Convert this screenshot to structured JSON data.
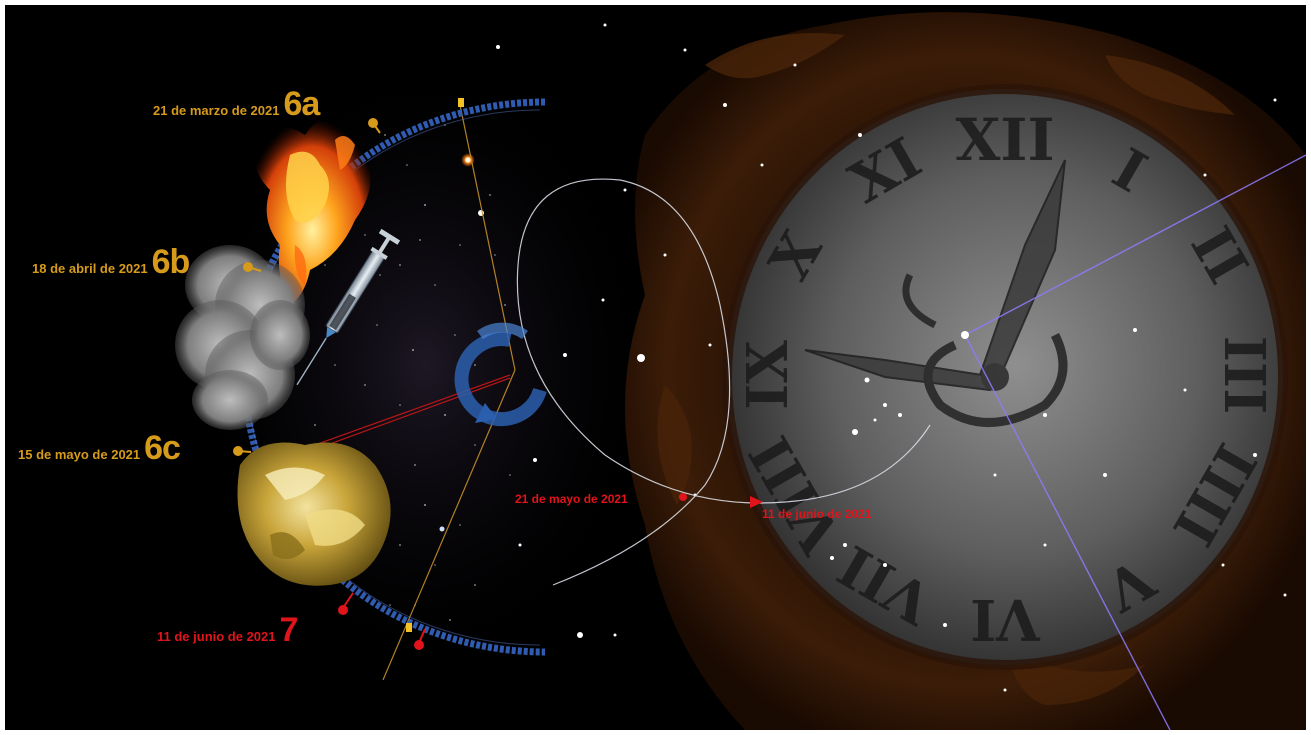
{
  "markers": {
    "m6a": {
      "date": "21 de marzo de 2021",
      "code": "6a"
    },
    "m6b": {
      "date": "18 de abril de 2021",
      "code": "6b"
    },
    "m6c": {
      "date": "15 de mayo de 2021",
      "code": "6c"
    },
    "m7": {
      "date": "11 de junio de 2021",
      "code": "7"
    }
  },
  "orbit_labels": {
    "may21": "21 de mayo de 2021",
    "jun11": "11 de junio de 2021"
  },
  "clock": {
    "numerals": [
      "I",
      "II",
      "III",
      "IIII",
      "V",
      "VI",
      "VII",
      "VIII",
      "IX",
      "X",
      "XI",
      "XII"
    ]
  },
  "colors": {
    "gold": "#d79b1c",
    "red": "#e0141a",
    "ring_blue": "#2f5bb0",
    "sky": "#000000"
  },
  "icons": {
    "syringe": "syringe-icon",
    "rotate": "rotate-arrow-icon",
    "fire": "fire-icon",
    "smoke": "smoke-cloud-icon",
    "rock": "rock-icon"
  }
}
